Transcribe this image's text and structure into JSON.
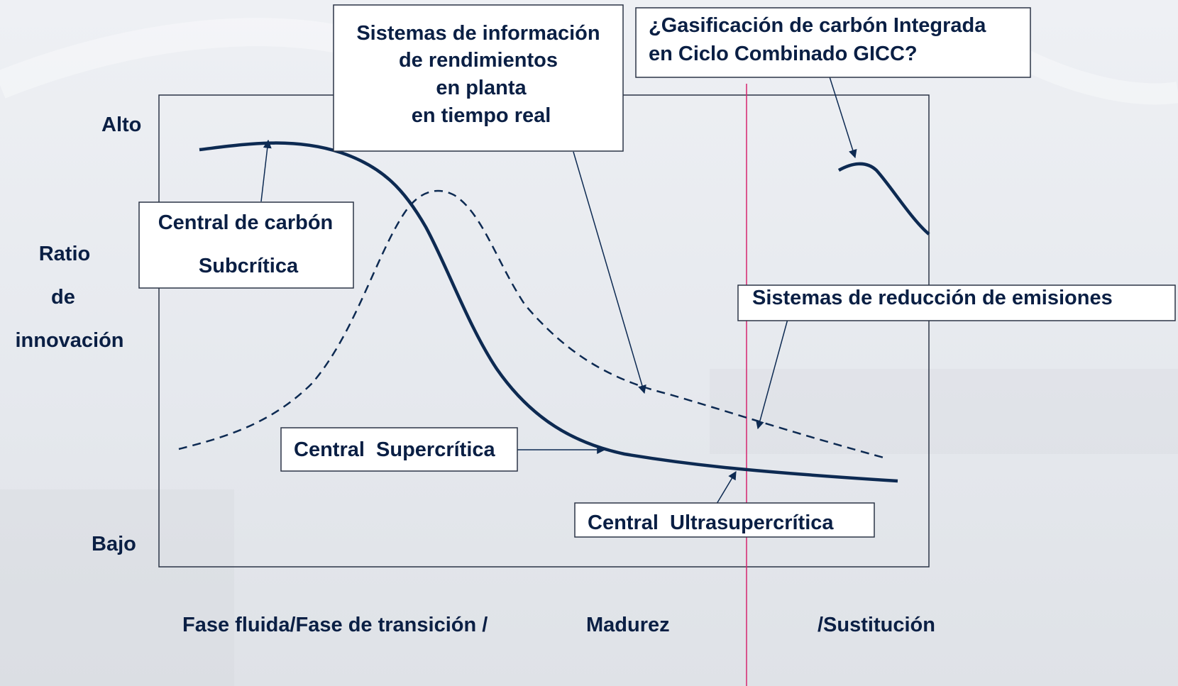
{
  "axis": {
    "y_title": [
      "Ratio",
      "de",
      "innovación"
    ],
    "y_high": "Alto",
    "y_low": "Bajo",
    "x_phase_1": "Fase fluida/Fase de transición /",
    "x_phase_2": "Madurez",
    "x_phase_3": "/Sustitución"
  },
  "callouts": {
    "sistemas_informacion": [
      "Sistemas de información",
      "de rendimientos",
      "en planta",
      "en tiempo real"
    ],
    "gicc": [
      "¿Gasificación de carbón Integrada",
      "en Ciclo Combinado GICC?"
    ],
    "subcritica": [
      "Central de carbón",
      "Subcrítica"
    ],
    "reduccion_emisiones": "Sistemas de reducción de emisiones",
    "supercritica": "Central  Supercrítica",
    "ultrasupercritica": "Central  Ultrasupercrítica"
  },
  "colors": {
    "text": "#0a1f44",
    "curve": "#0d2a52",
    "divider": "#d6246e",
    "box_border": "#2b3446",
    "box_fill": "#ffffff"
  }
}
